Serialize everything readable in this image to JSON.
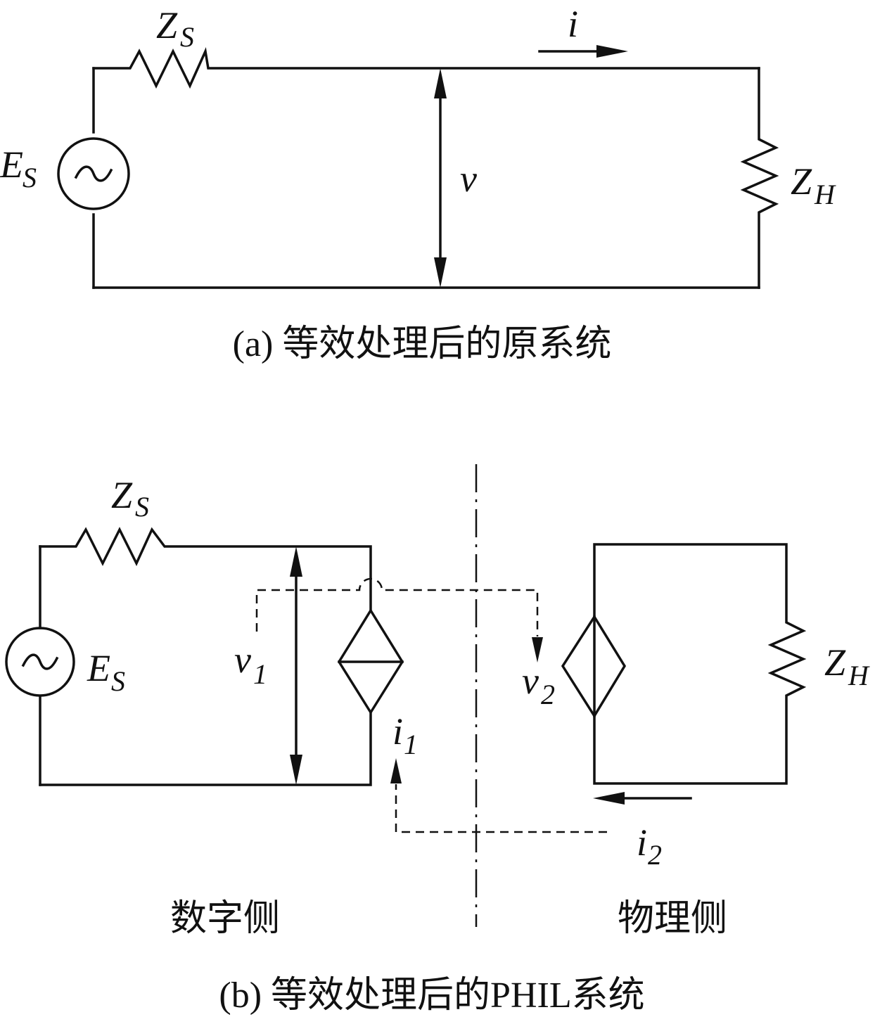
{
  "panel_a": {
    "source_label": "E",
    "source_sub": "S",
    "zs_label": "Z",
    "zs_sub": "S",
    "zh_label": "Z",
    "zh_sub": "H",
    "voltage_label": "v",
    "current_label": "i",
    "caption": "(a) 等效处理后的原系统"
  },
  "panel_b": {
    "source_label": "E",
    "source_sub": "S",
    "zs_label": "Z",
    "zs_sub": "S",
    "zh_label": "Z",
    "zh_sub": "H",
    "v1_label": "v",
    "v1_sub": "1",
    "v2_label": "v",
    "v2_sub": "2",
    "i1_label": "i",
    "i1_sub": "1",
    "i2_label": "i",
    "i2_sub": "2",
    "digital_side": "数字侧",
    "physical_side": "物理侧",
    "caption": "(b) 等效处理后的PHIL系统"
  }
}
